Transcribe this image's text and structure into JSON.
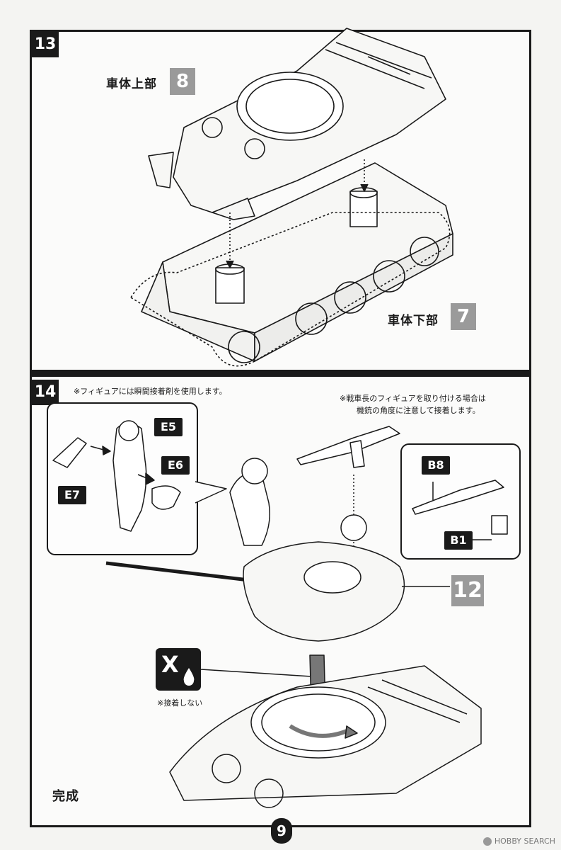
{
  "page": {
    "number": "9"
  },
  "step13": {
    "number": "13",
    "upper_hull_label": "車体上部",
    "upper_hull_ref": "8",
    "lower_hull_label": "車体下部",
    "lower_hull_ref": "7"
  },
  "step14": {
    "number": "14",
    "figure_glue_note": "※フィギュアには瞬間接着剤を使用します。",
    "commander_note_line1": "※戦車長のフィギュアを取り付ける場合は",
    "commander_note_line2": "機銃の角度に注意して接着します。",
    "parts": {
      "e5": "E5",
      "e6": "E6",
      "e7": "E7",
      "b8": "B8",
      "b1": "B1"
    },
    "turret_ref": "12",
    "no_glue_symbol": "X",
    "no_glue_note": "※接着しない",
    "complete_label": "完成"
  },
  "watermark": "HOBBY SEARCH",
  "icons": [
    "no-glue-icon",
    "rotate-arrow-icon",
    "down-arrow-icon",
    "watermark-logo-icon"
  ],
  "colors": {
    "ink": "#1a1a1a",
    "ref_box": "#9a9a9a",
    "paper": "#fbfbfa"
  }
}
